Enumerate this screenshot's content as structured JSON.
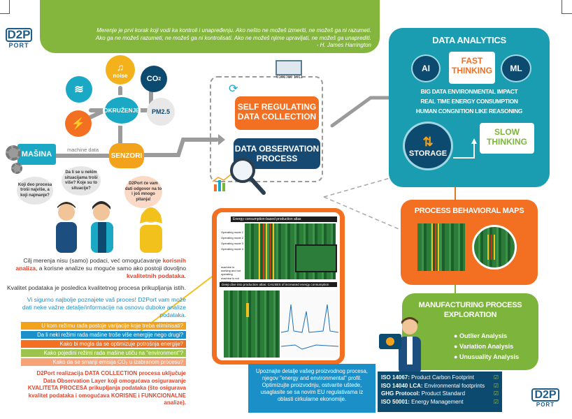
{
  "quote": {
    "line1": "Merenje je prvi korak koji vodi ka kontroli i unapređenju.  Ako nešto ne možeš izmeriti, ne možeš ga ni razumeti.",
    "line2": "Ako ga ne možeš razumeti, ne možeš ga ni kontrolisati.  Ako ne možeš njime upravljati, ne možeš ga unaprediti.",
    "author": "- H. James Harrington"
  },
  "logo": {
    "mark": "D2P",
    "word": "PORT"
  },
  "inputs": {
    "noise": "noise",
    "co2": "CO",
    "co2_sub": "2",
    "env": "OKRUŽENJE",
    "pm": "PM2.5",
    "machine": "MAŠINA",
    "machine_data": "machine data",
    "sensors": "SENZORI"
  },
  "bubbles": {
    "b1": "Koji deo procesa troši najviše, a koji najmanje?",
    "b2": "Da li se u nekim situacijama troši više? Koje su to situacije?",
    "b3": "D2Port će vam dati odgovor na to i još mnogo pitanja!"
  },
  "center": {
    "self_regulating": "SELF REGULATING DATA COLLECTION",
    "observation": "DATA OBSERVATION PROCESS",
    "chart_title_top": "Energy consumption-based production atlas",
    "chart_title_bottom": "Deep dive into production atlas: CAUSES of increased energy consumption",
    "labels": [
      "Operating mode 1",
      "Operating mode 2",
      "Operating mode 3",
      "Operating mode 4",
      "machine is working and not operating",
      "machine is not working"
    ]
  },
  "analytics": {
    "title": "DATA ANALYTICS",
    "ai": "AI",
    "ml": "ML",
    "fast": "FAST THINKING",
    "line1": "BIG DATA ENVIRONMENTAL IMPACT",
    "line2": "REAL TIME ENERGY CONSUMPTION",
    "line3": "HUMAN CONGNITION LIKE REASONING",
    "slow": "SLOW THINKING",
    "storage": "STORAGE"
  },
  "maps": {
    "title": "PROCESS BEHAVIORAL MAPS"
  },
  "exploration": {
    "title": "MANUFACTURING PROCESS EXPLORATION",
    "items": [
      "Outlier Analysis",
      "Variation Analysis",
      "Unusuality Analysis"
    ]
  },
  "left_text": {
    "p1a": "Cilj merenja nisu (samo) podaci, već omogućavanje ",
    "p1b": "korisnih analiza",
    "p1c": ", a korisne analize su moguće samo ako postoji dovoljno ",
    "p1d": "kvalitetnih podataka",
    "p1e": ".",
    "p2": "Kvalitet podataka je posledica kvalitetnog procesa prikupljanja istih.",
    "p3": "Vi sigurno najbolje poznajete vaš proces! D2Port vam može dati neke važne detalje/informacije na osnovu duboke analize podataka."
  },
  "questions": [
    {
      "text": "U kom režimu rada postoje varijacije koje treba eliminisati?",
      "color": "#f3a21c"
    },
    {
      "text": "Da li neki režimi rada mašine troše više energije nego drugi?",
      "color": "#1b8fc7"
    },
    {
      "text": "Kako bi mogla da se optimizuje potrošnja energije?",
      "color": "#f36f21"
    },
    {
      "text": "Kako pojedini režimi rada mašine utiču na \"environment\"?",
      "color": "#9cc34b"
    },
    {
      "text": "Kako da se smanji emisija CO₂ u izabranom procesu?",
      "color": "#f7a277"
    }
  ],
  "realization": "D2Port realizacija DATA COLLECTION procesa uključuje Data Observation Layer koji omogućava osiguravanje KVALITETA PROCESA prikupljanja podataka (što osigurava kvalitet podataka i omogućava KORISNE i FUNKCIONALNE analize).",
  "meet": "Upoznajte detalje vašeg proizvodnog procesa, njegov \"energy and environmental\" profil. Optimizujte proizvodnju, ostvarite uštede, usaglasite se sa novim EU regulativama iz oblasti cirkularne ekonomije.",
  "iso": [
    {
      "code": "ISO 14067:",
      "name": " Product Carbon Footprint"
    },
    {
      "code": "ISO 14040 LCA:",
      "name": " Environmental footprints"
    },
    {
      "code": "GHG Protocol:",
      "name": " Product Standard"
    },
    {
      "code": "ISO 50001:",
      "name": " Energy Management"
    }
  ],
  "colors": {
    "teal": "#1a9db0",
    "green": "#7db53c",
    "orange": "#f36f21",
    "navy": "#164a73"
  }
}
